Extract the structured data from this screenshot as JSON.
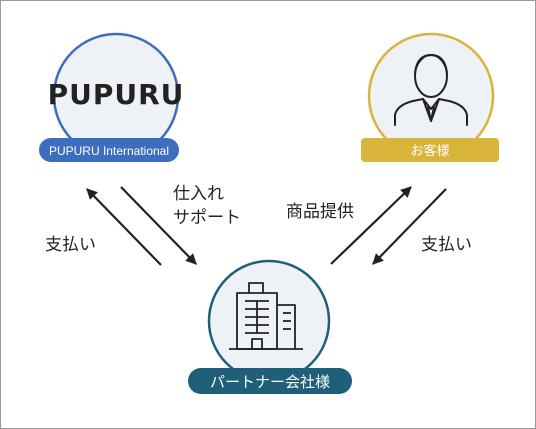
{
  "nodes": {
    "pupuru": {
      "logo_text": "PUPURU",
      "label": "PUPURU International",
      "color": "#3d6dbf"
    },
    "customer": {
      "label": "お客様",
      "color": "#d8b43a",
      "icon": "businessman-icon"
    },
    "partner": {
      "label": "パートナー会社様",
      "color": "#1f5f7a",
      "icon": "office-building-icon"
    }
  },
  "edges": {
    "pupuru_to_partner": [
      "仕入れ",
      "サポート"
    ],
    "partner_to_pupuru": "支払い",
    "partner_to_customer": "商品提供",
    "customer_to_partner": "支払い"
  },
  "colors": {
    "node_fill": "#eef1f6",
    "arrow": "#222222",
    "frame": "#9a9a9a"
  }
}
